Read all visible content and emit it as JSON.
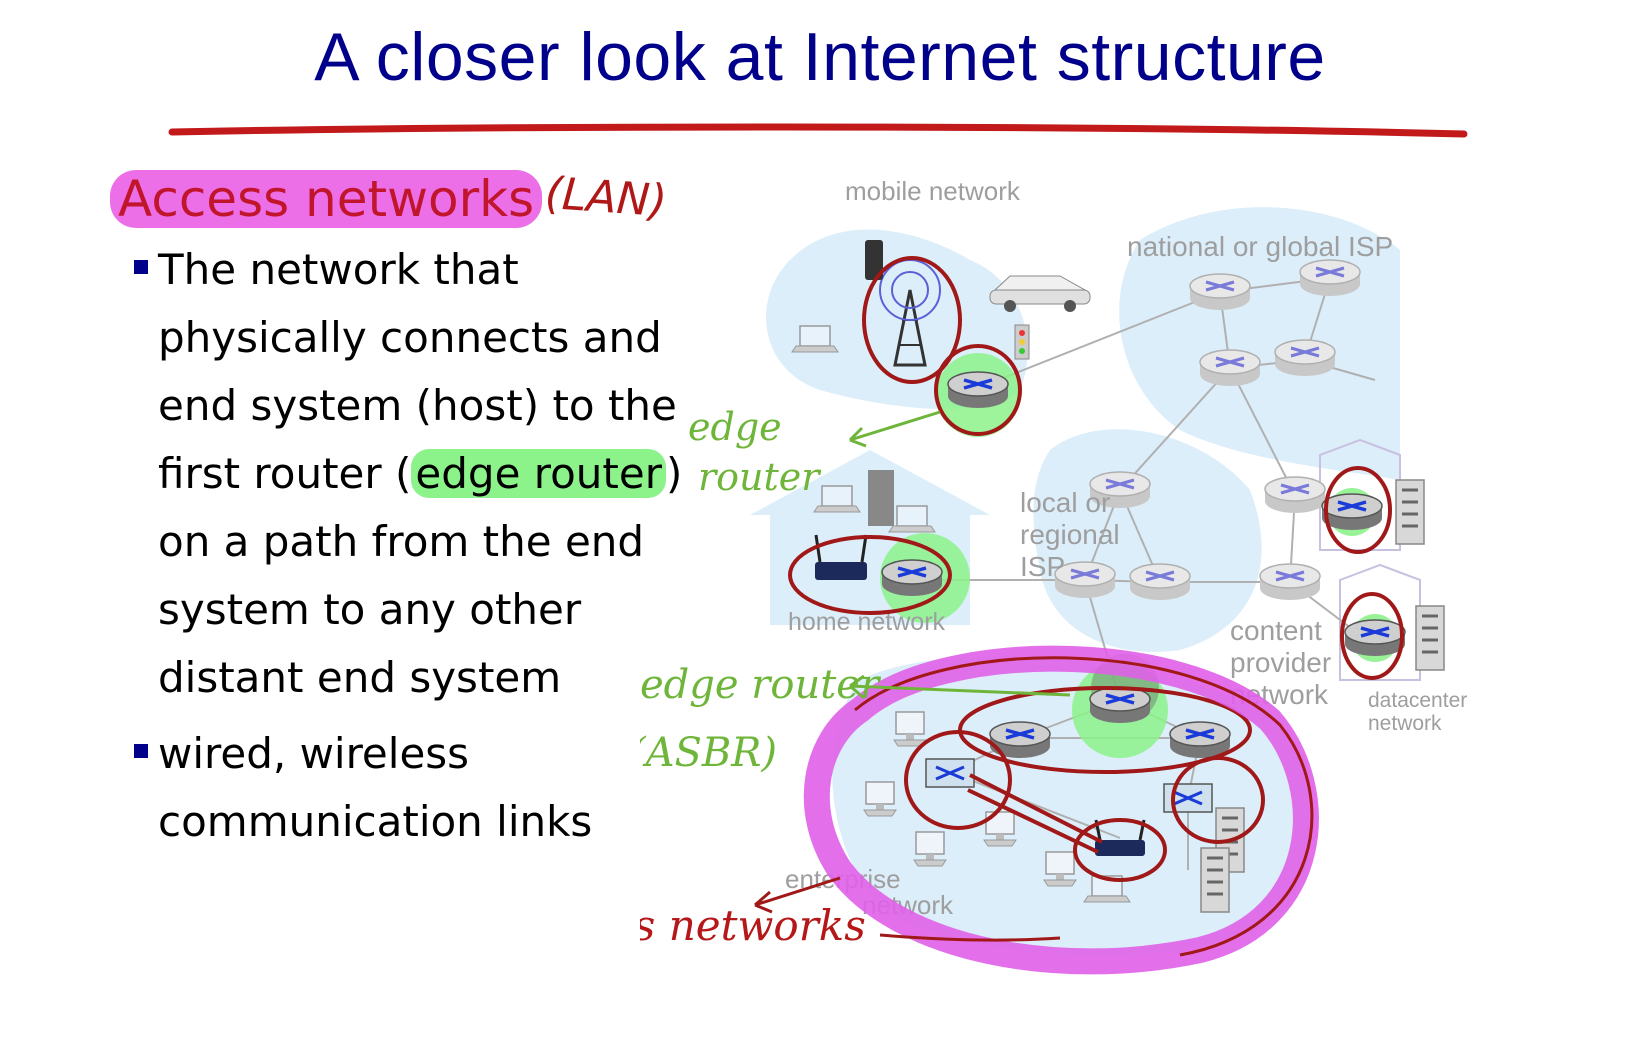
{
  "title": "A closer look at Internet structure",
  "heading": "Access networks",
  "heading_note": "(LAN)",
  "bullets": [
    {
      "before": "The network that physically connects and end system (host) to the first router (",
      "highlight": "edge router",
      "after": ") on a path from the end system to any other distant end system"
    },
    {
      "before": "wired, wireless communication links",
      "highlight": "",
      "after": ""
    }
  ],
  "diagram": {
    "labels": {
      "mobile": "mobile network",
      "isp_global": "national or global ISP",
      "local_isp_1": "local or",
      "local_isp_2": "regional",
      "local_isp_3": "ISP",
      "home": "home network",
      "content_1": "content",
      "content_2": "provider",
      "content_3": "network",
      "datacenter_1": "datacenter",
      "datacenter_2": "network",
      "enterprise_1": "enterprise",
      "enterprise_2": "network"
    },
    "annotations": {
      "edge_router_1a": "edge",
      "edge_router_1b": "router",
      "edge_router_2": "edge router",
      "asbr": "(ASBR)",
      "access_networks": "Access networks"
    },
    "colors": {
      "title": "#00008b",
      "heading": "#c0152b",
      "heading_highlight": "#ec6fe8",
      "edge_highlight": "#8cf28a",
      "annotation_green": "#6fb53a",
      "annotation_red": "#b51818",
      "network_cloud": "#dceefa"
    }
  }
}
